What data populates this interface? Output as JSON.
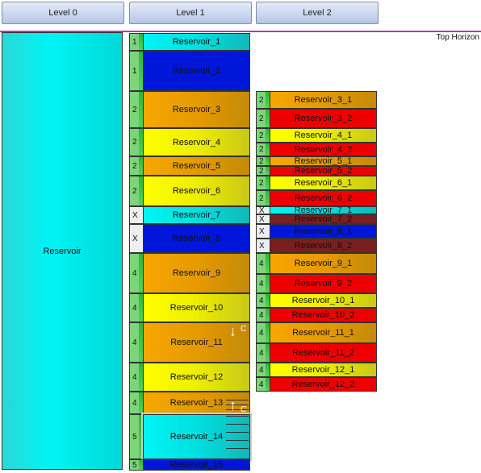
{
  "headers": [
    "Level 0",
    "Level 1",
    "Level 2"
  ],
  "horizon_label": "Top Horizon",
  "level0": {
    "label": "Reservoir",
    "color": "#00e8e8"
  },
  "level1": [
    {
      "tag": "1",
      "label": "Reservoir_1",
      "color": "cyan"
    },
    {
      "tag": "1",
      "label": "Reservoir_2",
      "color": "blue"
    },
    {
      "tag": "2",
      "label": "Reservoir_3",
      "color": "orange"
    },
    {
      "tag": "2",
      "label": "Reservoir_4",
      "color": "yellow"
    },
    {
      "tag": "2",
      "label": "Reservoir_5",
      "color": "orange"
    },
    {
      "tag": "2",
      "label": "Reservoir_6",
      "color": "yellow"
    },
    {
      "tag": "X",
      "label": "Reservoir_7",
      "color": "cyan"
    },
    {
      "tag": "X",
      "label": "Reservoir_8",
      "color": "blue"
    },
    {
      "tag": "4",
      "label": "Reservoir_9",
      "color": "orange"
    },
    {
      "tag": "4",
      "label": "Reservoir_10",
      "color": "yellow"
    },
    {
      "tag": "4",
      "label": "Reservoir_11",
      "color": "orange"
    },
    {
      "tag": "4",
      "label": "Reservoir_12",
      "color": "yellow"
    },
    {
      "tag": "4",
      "label": "Reservoir_13",
      "color": "orange"
    },
    {
      "tag": "5",
      "label": "Reservoir_14",
      "color": "cyan"
    },
    {
      "tag": "5",
      "label": "Reservoir_15",
      "color": "blue"
    }
  ],
  "level2": [
    {
      "tag": "2",
      "label": "Reservoir_3_1",
      "color": "orange"
    },
    {
      "tag": "2",
      "label": "Reservoir_3_2",
      "color": "red"
    },
    {
      "tag": "2",
      "label": "Reservoir_4_1",
      "color": "yellow"
    },
    {
      "tag": "2",
      "label": "Reservoir_4_2",
      "color": "red"
    },
    {
      "tag": "2",
      "label": "Reservoir_5_1",
      "color": "orange"
    },
    {
      "tag": "2",
      "label": "Reservoir_5_2",
      "color": "red"
    },
    {
      "tag": "2",
      "label": "Reservoir_6_1",
      "color": "yellow"
    },
    {
      "tag": "2",
      "label": "Reservoir_6_2",
      "color": "red"
    },
    {
      "tag": "X",
      "label": "Reservoir_7_1",
      "color": "cyan"
    },
    {
      "tag": "X",
      "label": "Reservoir_7_2",
      "color": "maroon"
    },
    {
      "tag": "X",
      "label": "Reservoir_8_1",
      "color": "blue"
    },
    {
      "tag": "X",
      "label": "Reservoir_8_2",
      "color": "maroon"
    },
    {
      "tag": "4",
      "label": "Reservoir_9_1",
      "color": "orange"
    },
    {
      "tag": "4",
      "label": "Reservoir_9_2",
      "color": "red"
    },
    {
      "tag": "4",
      "label": "Reservoir_10_1",
      "color": "yellow"
    },
    {
      "tag": "4",
      "label": "Reservoir_10_2",
      "color": "red"
    },
    {
      "tag": "4",
      "label": "Reservoir_11_1",
      "color": "orange"
    },
    {
      "tag": "4",
      "label": "Reservoir_11_2",
      "color": "red"
    },
    {
      "tag": "4",
      "label": "Reservoir_12_1",
      "color": "yellow"
    },
    {
      "tag": "4",
      "label": "Reservoir_12_2",
      "color": "red"
    }
  ],
  "markers": {
    "down": {
      "glyph": "↓",
      "letter": "C"
    },
    "up": {
      "glyph": "↑",
      "letter": "C"
    }
  }
}
